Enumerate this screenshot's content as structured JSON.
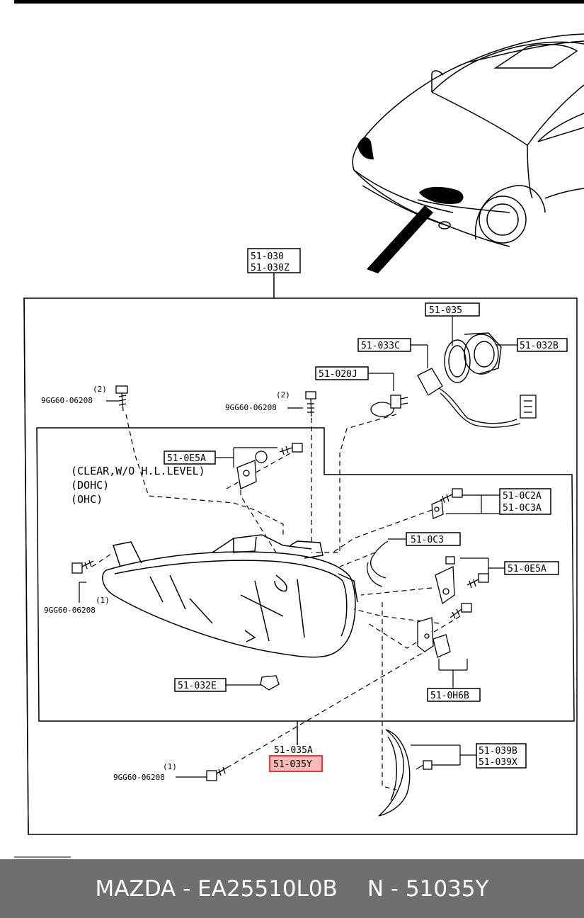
{
  "diagram": {
    "assembly_label": [
      "51-030",
      "51-030Z"
    ],
    "callouts": {
      "c035": "51-035",
      "c033C": "51-033C",
      "c032B": "51-032B",
      "c020J": "51-020J",
      "c0E5A_left": "51-0E5A",
      "c0C2A": "51-0C2A",
      "c0C3A": "51-0C3A",
      "c0C3": "51-0C3",
      "c0E5A_right": "51-0E5A",
      "c032E": "51-032E",
      "c0H6B": "51-0H6B",
      "c035A": "51-035A",
      "c035Y": "51-035Y",
      "c039B": "51-039B",
      "c039X": "51-039X"
    },
    "part_number_bolt": "9GG60-06208",
    "bolt_qty_1": "(1)",
    "bolt_qty_2": "(2)",
    "variant_notes": [
      "(CLEAR,W/O H.L.LEVEL)",
      "(DOHC)",
      "(OHC)"
    ],
    "highlight_color": "#e53935"
  },
  "footer": {
    "brand_part": "MAZDA - EA25510L0B",
    "ref_part": "N - 51035Y"
  }
}
